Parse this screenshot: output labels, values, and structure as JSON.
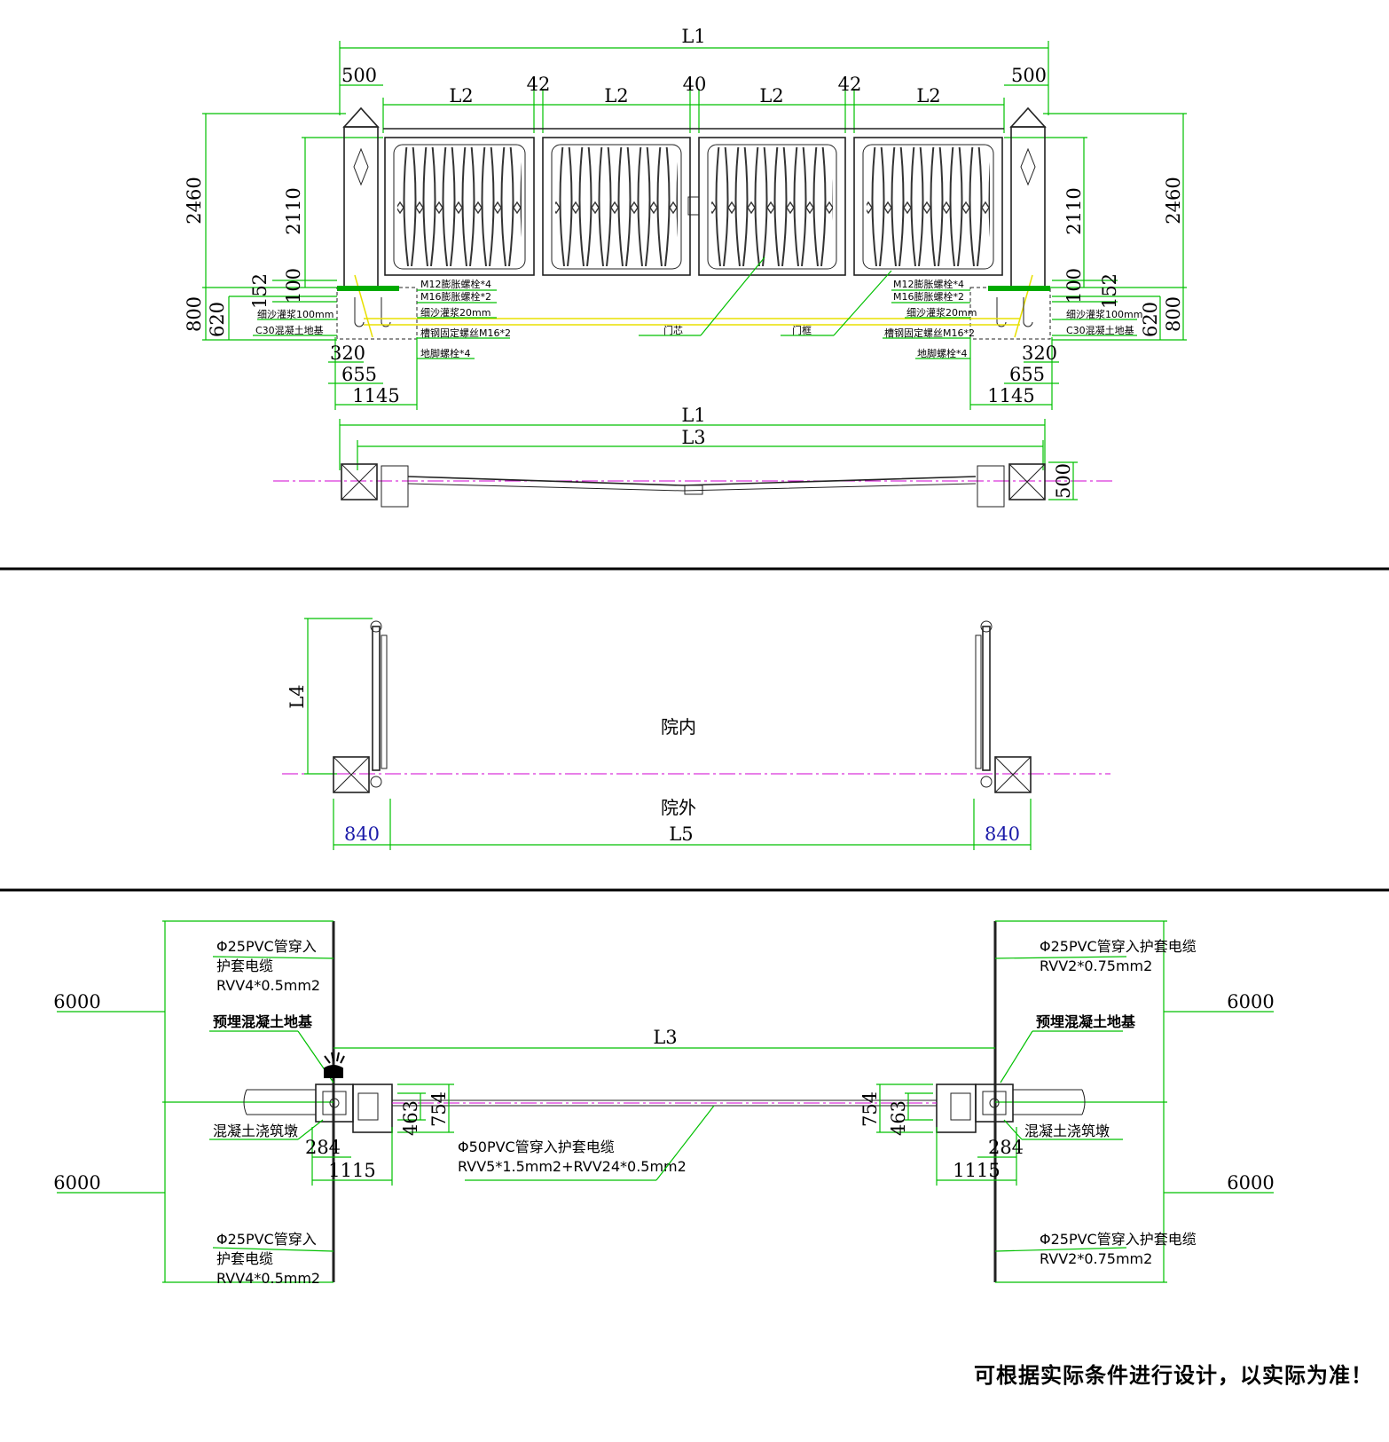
{
  "elevation": {
    "L1": "L1",
    "L2": "L2",
    "d500": "500",
    "d42": "42",
    "d40": "40",
    "d2460": "2460",
    "d2110": "2110",
    "d152": "152",
    "d100": "100",
    "d800": "800",
    "d620": "620",
    "d320": "320",
    "d655": "655",
    "d1145": "1145",
    "notes": {
      "m12": "M12膨胀螺栓*4",
      "m16": "M16膨胀螺栓*2",
      "grout20": "细沙灌浆20mm",
      "channel": "槽钢固定螺丝M16*2",
      "anchor": "地脚螺栓*4",
      "grout100": "细沙灌浆100mm",
      "c30": "C30混凝土地基",
      "core": "门芯",
      "frame": "门框"
    }
  },
  "plan": {
    "L1": "L1",
    "L3": "L3",
    "d500": "500"
  },
  "swing": {
    "L4": "L4",
    "inside": "院内",
    "outside": "院外",
    "d840": "840",
    "L5": "L5"
  },
  "layout": {
    "d6000": "6000",
    "L3": "L3",
    "pvc25_left_1": "Φ25PVC管穿入",
    "pvc25_left_2": "护套电缆",
    "pvc25_left_3": "RVV4*0.5mm2",
    "pvc25_right_1": "Φ25PVC管穿入护套电缆",
    "pvc25_right_2": "RVV2*0.75mm2",
    "foundation": "预埋混凝土地基",
    "pier": "混凝土浇筑墩",
    "d284": "284",
    "d1115": "1115",
    "d754": "754",
    "d463": "463",
    "pvc50_1": "Φ50PVC管穿入护套电缆",
    "pvc50_2": "RVV5*1.5mm2+RVV24*0.5mm2"
  },
  "footer": "可根据实际条件进行设计，以实际为准！"
}
